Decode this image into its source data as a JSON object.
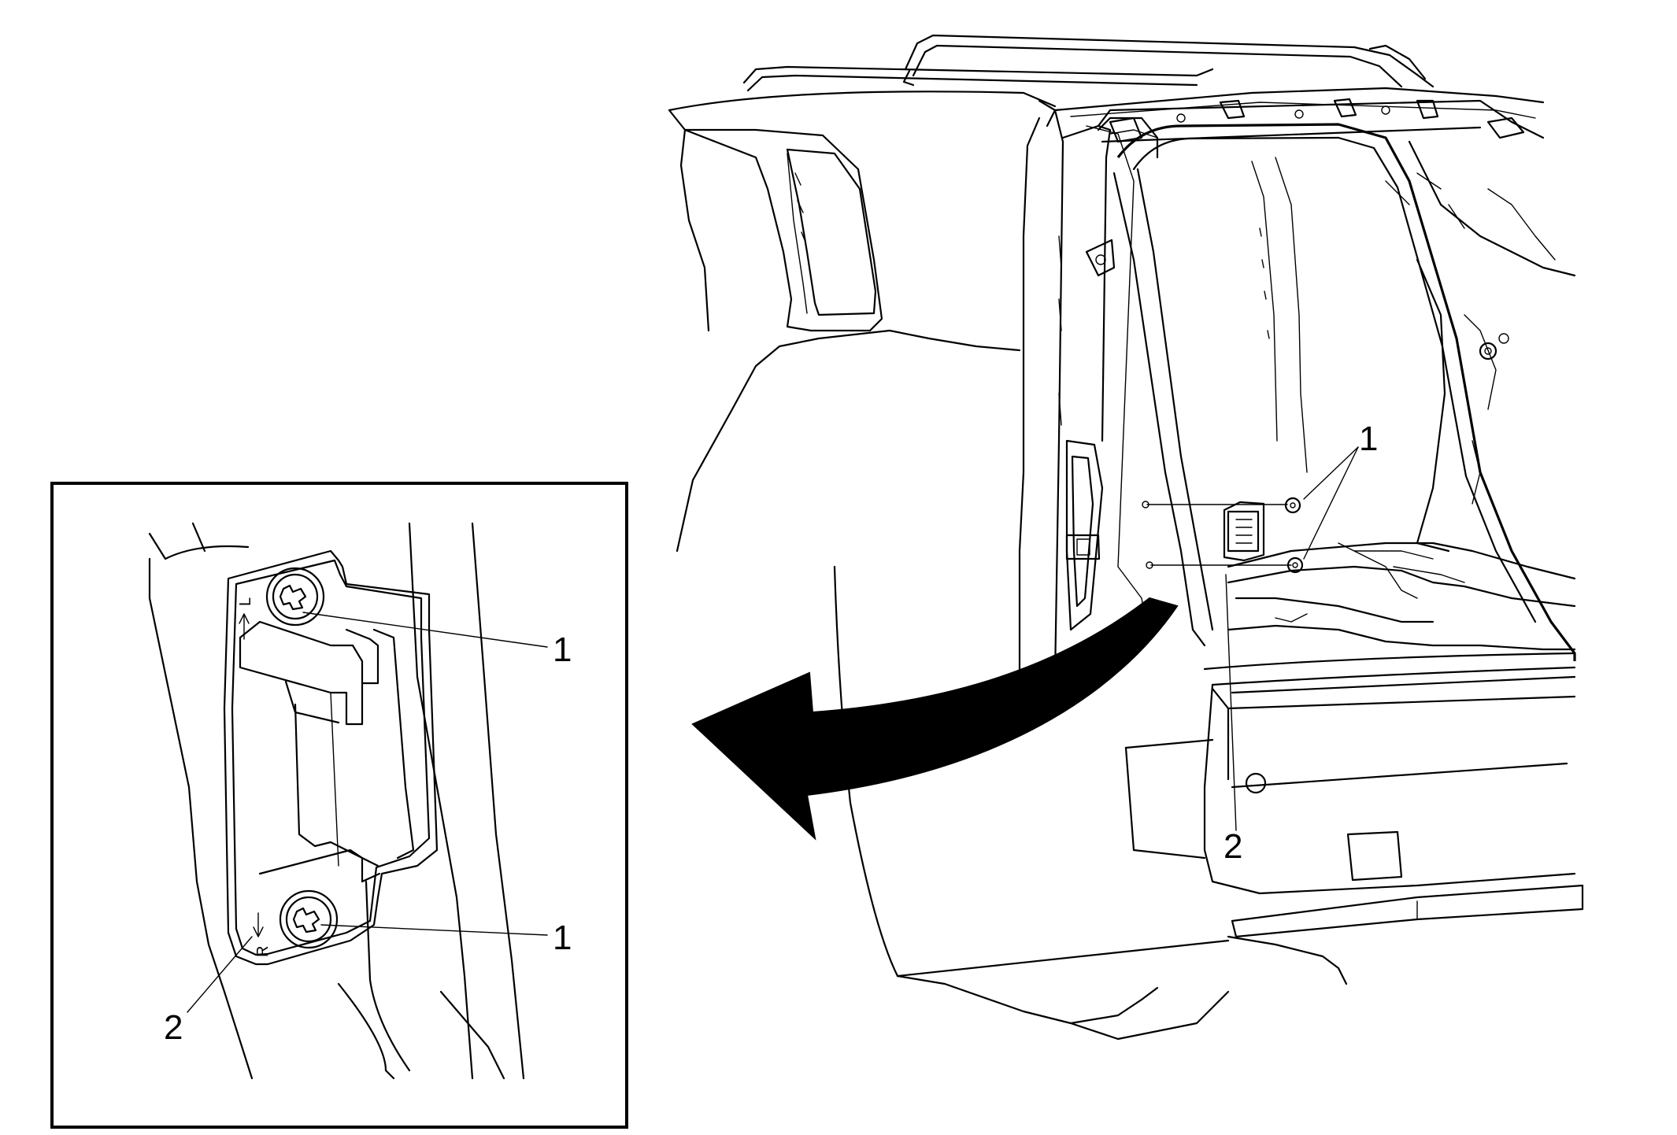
{
  "callouts": {
    "fastener": "1",
    "bracket": "2"
  },
  "inset_marks": {
    "left": "L",
    "right": "R"
  }
}
